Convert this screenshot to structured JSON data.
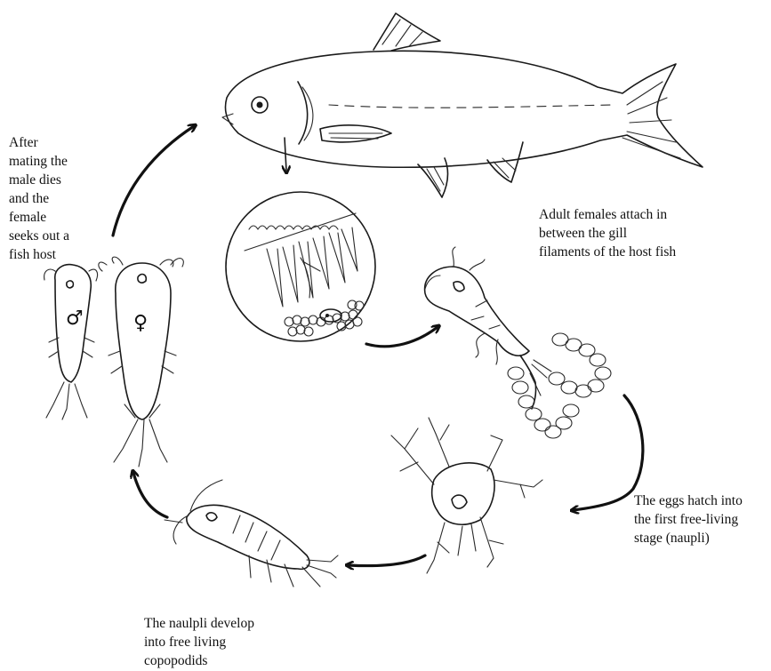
{
  "captions": {
    "mating": "After\nmating the\nmale dies\nand the\nfemale\nseeks out a\nfish host",
    "adult_females": "Adult females attach in\nbetween the gill\nfilaments of the host fish",
    "eggs_hatch": "The eggs hatch into\nthe first free-living\nstage (naupli)",
    "copepodids": "The naulpli develop\ninto free living\ncopopodids"
  },
  "symbols": {
    "male": "♂",
    "female": "♀"
  },
  "colors": {
    "ink": "#1a1a1a",
    "background": "#ffffff"
  }
}
